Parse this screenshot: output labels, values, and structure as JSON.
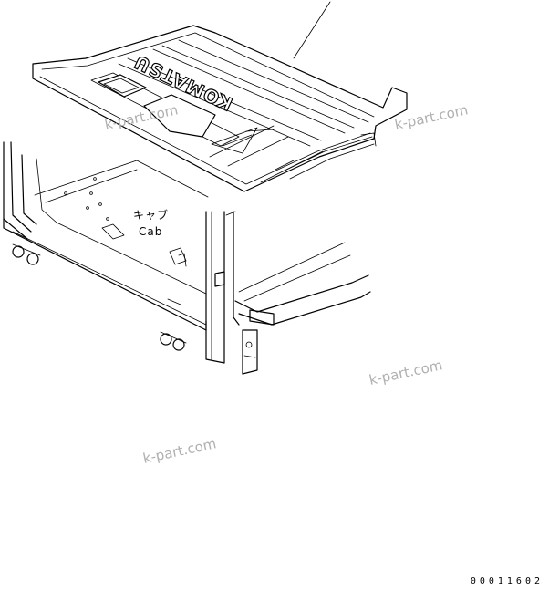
{
  "labels": {
    "cab_jp": "キャブ",
    "cab_en": "Cab",
    "logo": "KOMATSU"
  },
  "watermarks": [
    "k-part.com",
    "k-part.com",
    "k-part.com",
    "k-part.com"
  ],
  "part_number": "00011602",
  "colors": {
    "line": "#000000",
    "watermark": "#b0b0b0",
    "background": "#ffffff"
  }
}
